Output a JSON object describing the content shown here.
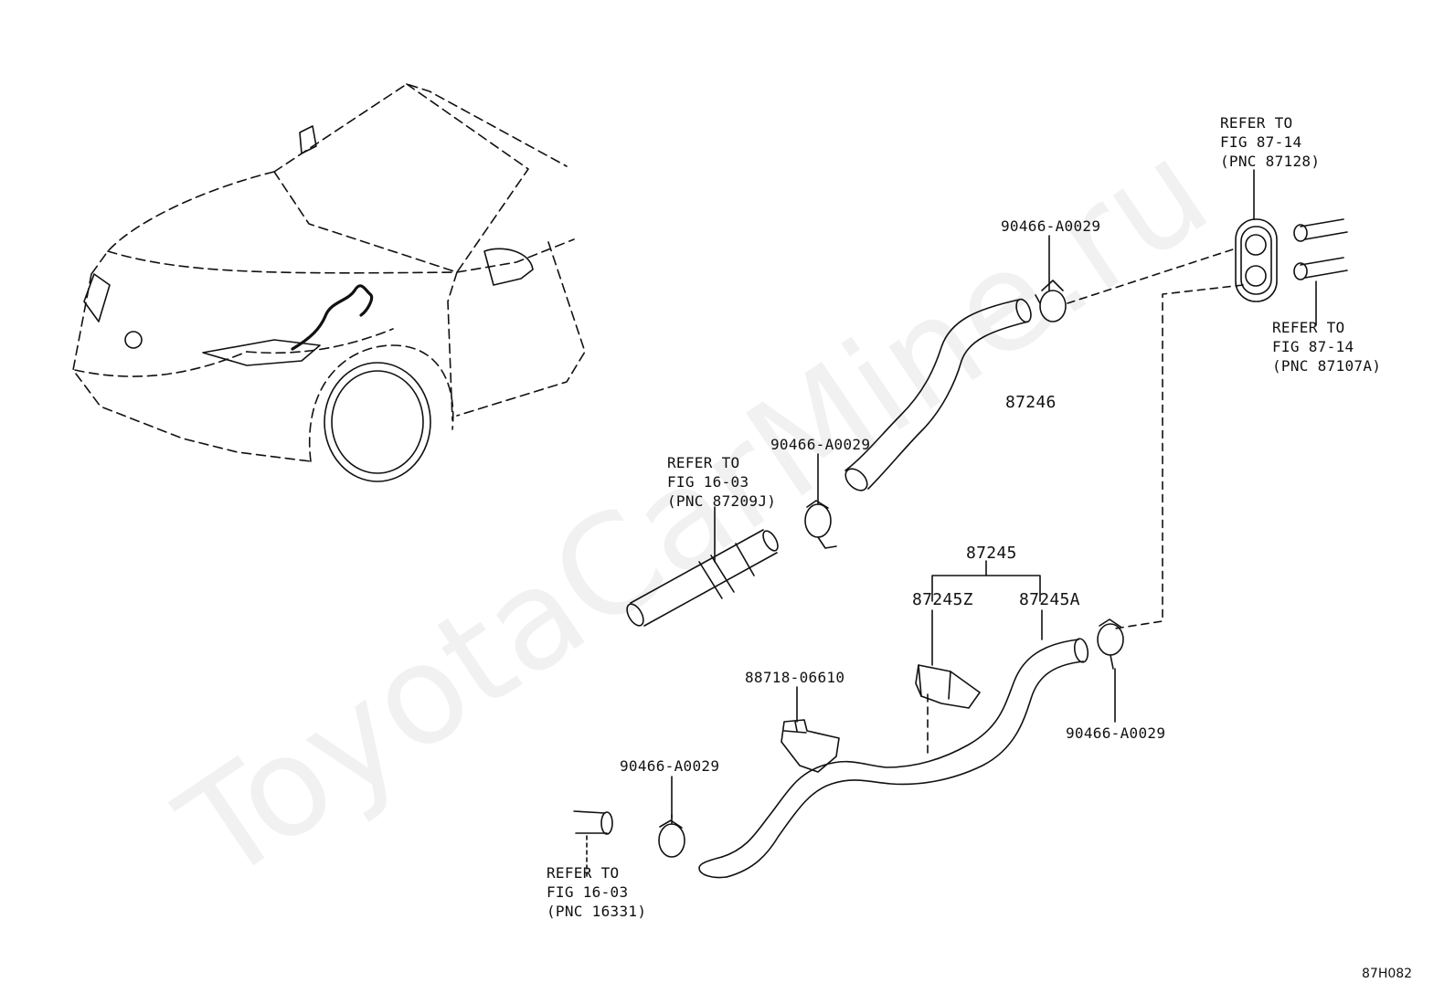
{
  "watermark": "ToyotaCarMine.ru",
  "diagram_code": "87H082",
  "labels": {
    "refer_87128": [
      "REFER TO",
      "FIG 87-14",
      "(PNC 87128)"
    ],
    "refer_87107a": [
      "REFER TO",
      "FIG 87-14",
      "(PNC 87107A)"
    ],
    "refer_87209j": [
      "REFER TO",
      "FIG 16-03",
      "(PNC 87209J)"
    ],
    "refer_16331": [
      "REFER TO",
      "FIG 16-03",
      "(PNC 16331)"
    ],
    "clamp_top": "90466-A0029",
    "clamp_mid": "90466-A0029",
    "clamp_right": "90466-A0029",
    "clamp_bottom": "90466-A0029",
    "hose_87246": "87246",
    "hose_87245": "87245",
    "hose_87245z": "87245Z",
    "hose_87245a": "87245A",
    "clamp_88718": "88718-06610"
  },
  "colors": {
    "line": "#111111",
    "watermark": "#000000"
  }
}
